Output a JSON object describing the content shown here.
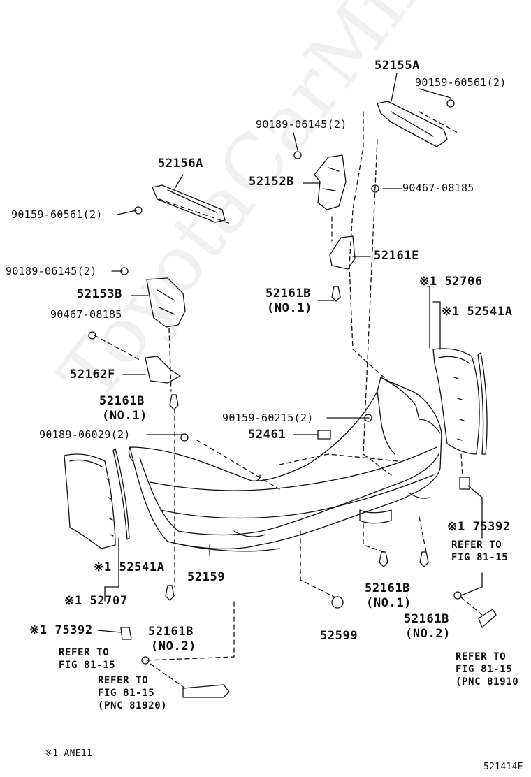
{
  "watermark": "ToyotaCarMine.ru",
  "footnote": "※1 ANE11",
  "figure_id": "521414E",
  "parts": {
    "p52155A": "52155A",
    "p90159_60561_r": "90159-60561(2)",
    "p90189_06145_top": "90189-06145(2)",
    "p52156A": "52156A",
    "p52152B": "52152B",
    "p90467_08185_r": "90467-08185",
    "p90159_60561_l": "90159-60561(2)",
    "p52161E": "52161E",
    "p90189_06145_l": "90189-06145(2)",
    "p52153B": "52153B",
    "p52161B_no1_mid": "52161B",
    "no1_mid": "(NO.1)",
    "p52706": "※1 52706",
    "p90467_08185_l": "90467-08185",
    "p52541A_r": "※1 52541A",
    "p52162F": "52162F",
    "p52161B_no1_l": "52161B",
    "no1_l": "(NO.1)",
    "p90159_60215": "90159-60215(2)",
    "p90189_06029": "90189-06029(2)",
    "p52461": "52461",
    "p75392_r": "※1 75392",
    "p52541A_l": "※1 52541A",
    "p52159": "52159",
    "p52161B_no1_br": "52161B",
    "no1_br": "(NO.1)",
    "p52707": "※1 52707",
    "p52161B_no2_br": "52161B",
    "no2_br": "(NO.2)",
    "p75392_l": "※1 75392",
    "p52161B_no2_l": "52161B",
    "no2_l": "(NO.2)",
    "p52599": "52599"
  },
  "refs": {
    "ref_r1": "REFER TO\nFIG 81-15",
    "ref_l1": "REFER TO\nFIG 81-15",
    "ref_l2": "REFER TO\nFIG 81-15\n(PNC 81920)",
    "ref_r2": "REFER TO\nFIG 81-15\n(PNC 81910"
  }
}
